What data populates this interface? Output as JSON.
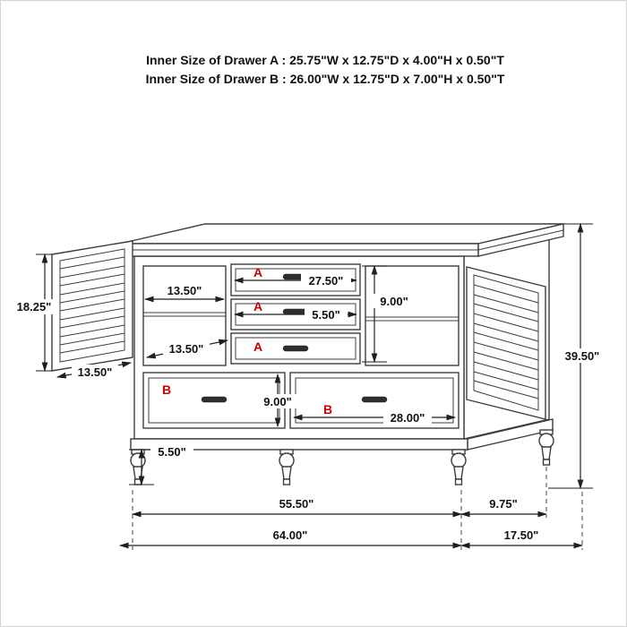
{
  "header": {
    "drawer_a_spec": "Inner Size of Drawer A : 25.75\"W x 12.75\"D x 4.00\"H x 0.50\"T",
    "drawer_b_spec": "Inner Size of Drawer B : 26.00\"W x 12.75\"D x 7.00\"H x 0.50\"T"
  },
  "labels": {
    "drawer_a": "A",
    "drawer_b": "B"
  },
  "dimensions": {
    "left_door_height": "18.25\"",
    "left_shelf_width": "13.50\"",
    "interior_depth": "13.50\"",
    "left_door_width": "13.50\"",
    "drawer_a_width": "27.50\"",
    "drawer_a_height": "5.50\"",
    "drawer_a_section_height": "9.00\"",
    "drawer_b_height": "9.00\"",
    "drawer_b_width": "28.00\"",
    "overall_height": "39.50\"",
    "leg_height": "5.50\"",
    "front_width": "55.50\"",
    "side_depth": "9.75\"",
    "overall_width": "64.00\"",
    "overall_depth": "17.50\""
  },
  "colors": {
    "outline": "#3d3d3d",
    "dimension_line": "#1f1f1f",
    "label_red": "#cc0000",
    "background": "#ffffff",
    "border": "#d4d4d4"
  }
}
